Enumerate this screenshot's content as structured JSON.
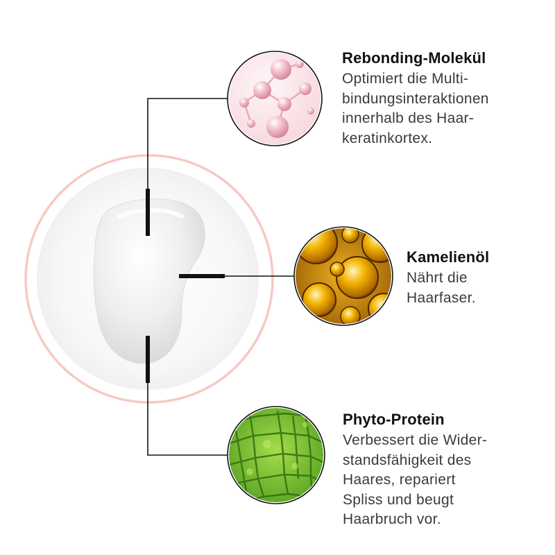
{
  "colors": {
    "rebonding": "#f3c6d1",
    "camellia_oil": "#e8a416",
    "phyto_protein": "#7cc23a",
    "halo_ring": "#f6c9c4",
    "connector": "#111111"
  },
  "features": [
    {
      "id": "rebonding-molecule",
      "icon": "molecule-icon",
      "title": "Rebonding-Molekül",
      "lines": [
        "Optimiert die Multi-",
        "bindungsinteraktionen",
        "innerhalb des Haar-",
        "keratinkortex."
      ]
    },
    {
      "id": "camellia-oil",
      "icon": "oil-droplets-icon",
      "title": "Kamelienöl",
      "lines": [
        "Nährt die",
        "Haarfaser."
      ]
    },
    {
      "id": "phyto-protein",
      "icon": "plant-cells-icon",
      "title": "Phyto-Protein",
      "lines": [
        "Verbessert die Wider-",
        "standsfähigkeit des",
        "Haares, repariert",
        "Spliss und beugt",
        "Haarbruch vor."
      ]
    }
  ]
}
